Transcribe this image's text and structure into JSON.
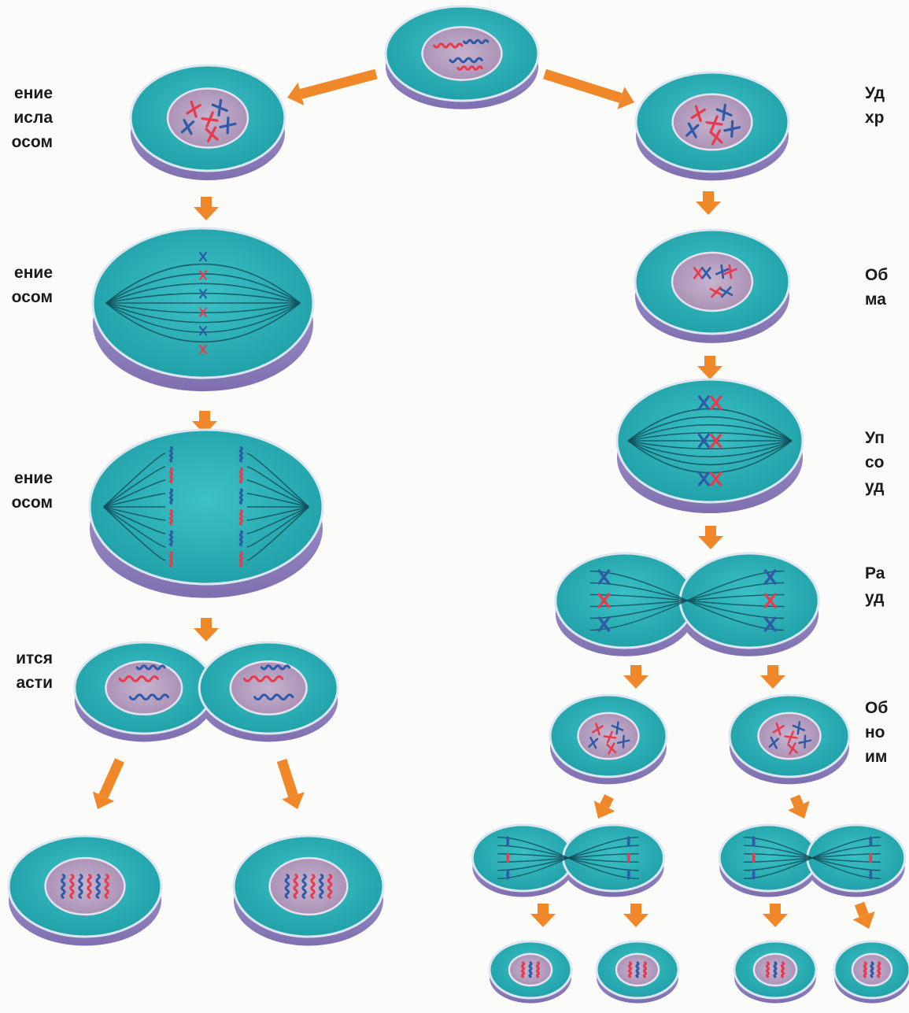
{
  "diagram": {
    "left_labels": [
      [
        "ение",
        "исла",
        "осом"
      ],
      [
        "ение",
        "осом"
      ],
      [
        "ение",
        "осом"
      ],
      [
        "ится",
        "асти"
      ]
    ],
    "right_labels": [
      [
        "Уд",
        "хр"
      ],
      [
        "Об",
        "ма"
      ],
      [
        "Уп",
        "со",
        "уд"
      ],
      [
        "Ра",
        "уд"
      ],
      [
        "Об",
        "но",
        "им"
      ]
    ]
  },
  "colors": {
    "cytoplasm": "#3cc1c6",
    "cytoplasm_dark": "#1f9ea6",
    "membrane": "#dbe6ef",
    "base": "#a99bd0",
    "base_dark": "#7f6fb0",
    "nucleus": "#a98fb4",
    "chromosome_red": "#e83a4d",
    "chromosome_blue": "#2e5aa8",
    "arrow": "#f0882a"
  }
}
